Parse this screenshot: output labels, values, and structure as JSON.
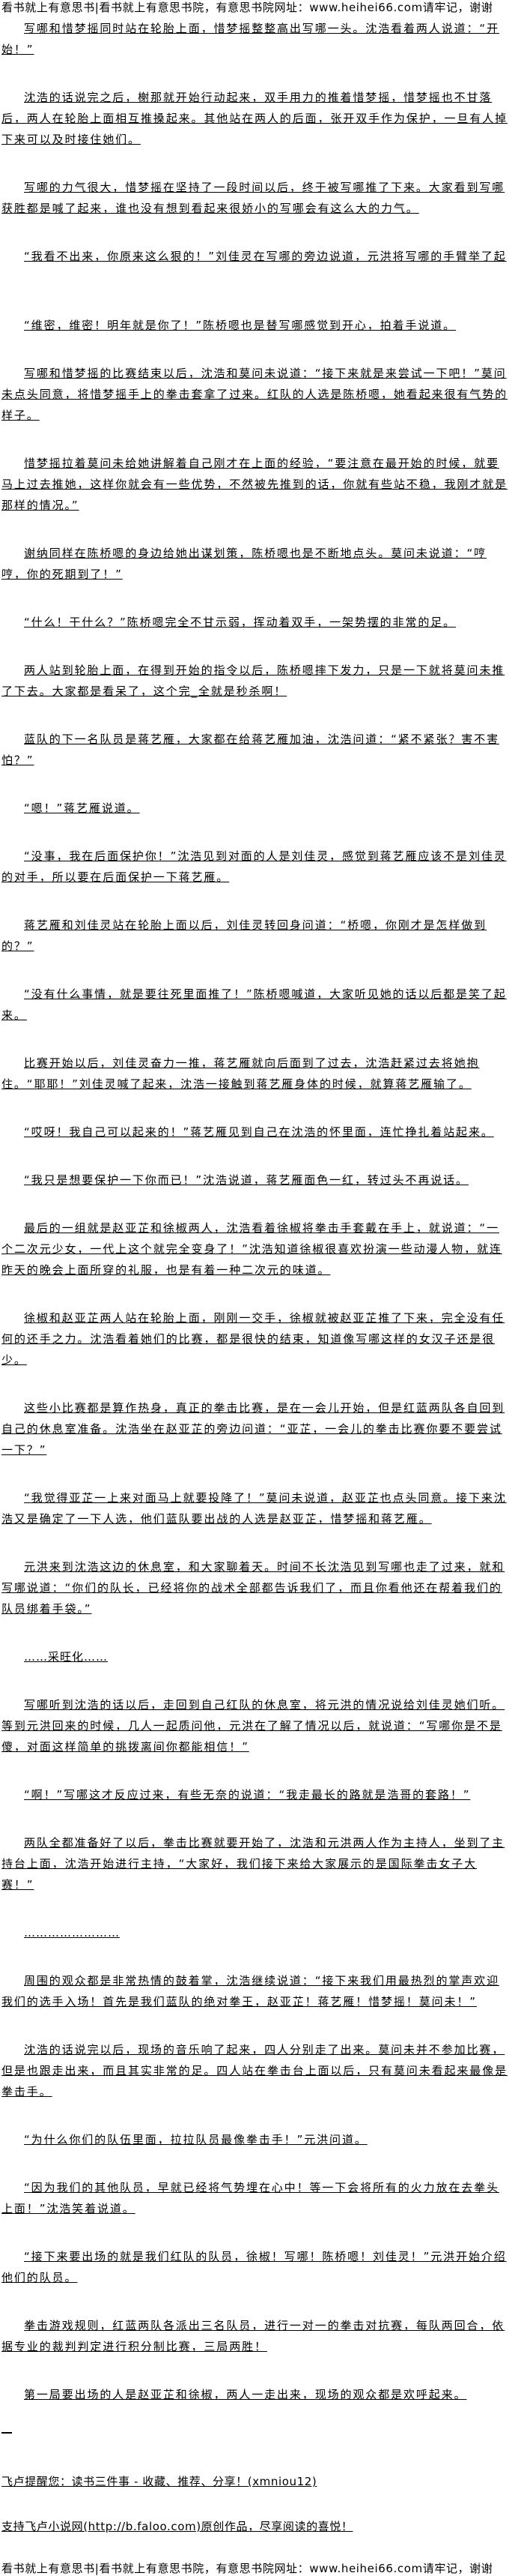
{
  "banner": "看书就上有意思书|看书就上有意思书院，有意思书院网址：www.heihei66.com请牢记，谢谢",
  "paragraphs": [
    "写哪和惜梦摇同时站在轮胎上面，惜梦摇整整高出写哪一头。沈浩看着两人说道：“开始！”",
    "沈浩的话说完之后，榭那就开始行动起来，双手用力的推着惜梦摇，惜梦摇也不甘落后，两人在轮胎上面相互推搡起来。其他站在两人的后面，张开双手作为保护，一旦有人掉下来可以及时接住她们。",
    "写哪的力气很大，惜梦摇在坚持了一段时间以后，终于被写哪推了下来。大家看到写哪获胜都是喊了起来，谁也没有想到看起来很娇小的写哪会有这么大的力气。",
    "“我看不出来，你原来这么狠的！”刘佳灵在写哪的旁边说道，元洪将写哪的手臂举了起",
    "“维密，维密！明年就是你了！”陈桥嗯也是替写哪感觉到开心，拍着手说道。",
    "写哪和惜梦摇的比赛结束以后，沈浩和莫问未说道：“接下来就是来尝试一下吧！”莫问未点头同意，将惜梦摇手上的拳击套拿了过来。红队的人选是陈桥嗯，她看起来很有气势的样子。",
    "惜梦摇拉着莫问未给她讲解着自己刚才在上面的经验，“要注意在最开始的时候，就要马上过去推她，这样你就会有一些优势，不然被先推到的话，你就有些站不稳，我刚才就是那样的情况。”",
    "谢纳同样在陈桥嗯的身边给她出谋划策，陈桥嗯也是不断地点头。莫问未说道：“哼哼，你的死期到了！”",
    "“什么！干什么？”陈桥嗯完全不甘示弱，挥动着双手，一架势摆的非常的足。",
    "两人站到轮胎上面，在得到开始的指令以后，陈桥嗯摔下发力，只是一下就将莫问未推了下去。大家都是看呆了，这个完_全就是秒杀啊！",
    "蓝队的下一名队员是蒋艺雁，大家都在给蒋艺雁加油，沈浩问道：“紧不紧张？害不害怕？”",
    "“嗯！”蒋艺雁说道。",
    "“没事，我在后面保护你！”沈浩见到对面的人是刘佳灵，感觉到蒋艺雁应该不是刘佳灵的对手，所以要在后面保护一下蒋艺雁。",
    "蒋艺雁和刘佳灵站在轮胎上面以后，刘佳灵转回身问道：“桥嗯，你刚才是怎样做到的？”",
    "“没有什么事情，就是要往死里面推了！”陈桥嗯喊道，大家听见她的话以后都是笑了起来。",
    "比赛开始以后，刘佳灵奋力一推，蒋艺雁就向后面到了过去，沈浩赶紧过去将她抱住。“耶耶！”刘佳灵喊了起来，沈浩一接触到蒋艺雁身体的时候，就算蒋艺雁输了。",
    "“哎呀！我自己可以起来的！”蒋艺雁见到自己在沈浩的怀里面，连忙挣扎着站起来。",
    "“我只是想要保护一下你而已！”沈浩说道，蒋艺雁面色一红，转过头不再说话。",
    "最后的一组就是赵亚芷和徐椒两人，沈浩看着徐椒将拳击手套戴在手上，就说道：“一个二次元少女，一代上这个就完全变身了！”沈浩知道徐椒很喜欢扮演一些动漫人物，就连昨天的晚会上面所穿的礼服，也是有着一种二次元的味道。",
    "徐椒和赵亚芷两人站在轮胎上面，刚刚一交手，徐椒就被赵亚芷推了下来，完全没有任何的还手之力。沈浩看着她们的比赛，都是很快的结束，知道像写哪这样的女汉子还是很少。",
    "这些小比赛都是算作热身，真正的拳击比赛，是在一会儿开始，但是红蓝两队各自回到自己的休息室准备。沈浩坐在赵亚芷的旁边问道：“亚芷，一会儿的拳击比赛你要不要尝试一下？”",
    "“我觉得亚芷一上来对面马上就要投降了！”莫问未说道，赵亚芷也点头同意。接下来沈浩又是确定了一下人选，他们蓝队要出战的人选是赵亚芷，惜梦摇和蒋艺雁。",
    "元洪来到沈浩这边的休息室，和大家聊着天。时间不长沈浩见到写哪也走了过来，就和写哪说道：“你们的队长，已经将你的战术全部都告诉我们了，而且你看他还在帮着我们的队员绑着手袋。”",
    "写哪听到沈浩的话以后，走回到自己红队的休息室，将元洪的情况说给刘佳灵她们听。等到元洪回来的时候，几人一起质问他，元洪在了解了情况以后，就说道：“写哪你是不是傻，对面这样简单的挑拨离间你都能相信！”",
    "“啊！”写哪这才反应过来，有些无奈的说道：“我走最长的路就是浩哥的套路！”",
    "两队全都准备好了以后，拳击比赛就要开始了，沈浩和元洪两人作为主持人，坐到了主持台上面，沈浩开始进行主持，“大家好，我们接下来给大家展示的是国际拳击女子大赛！”",
    "周围的观众都是非常热情的鼓着掌，沈浩继续说道：“接下来我们用最热烈的掌声欢迎我们的选手入场！首先是我们蓝队的绝对拳王，赵亚芷！蒋艺雁！惜梦摇！莫问未！”",
    "沈浩的话说完以后，现场的音乐响了起来，四人分别走了出来。莫问未并不参加比赛，但是也跟走出来，而且其实非常的足。四人站在拳击台上面以后，只有莫问未看起来最像是拳击手。",
    "“为什么你们的队伍里面，拉拉队员最像拳击手！”元洪问道。",
    "“因为我们的其他队员，早就已经将气势埋在心中！等一下会将所有的火力放在去拳头上面！”沈浩笑着说道。",
    "“接下来要出场的就是我们红队的队员，徐椒！写哪！陈桥嗯！刘佳灵！”元洪开始介绍他们的队员。",
    "拳击游戏规则，红蓝两队各派出三名队员，进行一对一的拳击对抗赛，每队两回合，依据专业的裁判判定进行积分制比赛，三局两胜！",
    "第一局要出场的人是赵亚芷和徐椒，两人一走出来，现场的观众都是欢呼起来。"
  ],
  "separators": [
    "……采旺化……",
    "……………………"
  ],
  "footer": {
    "reminder": "飞卢提醒您：读书三件事 - 收藏、推荐、分享！(xmniou12)",
    "support": "支持飞卢小说网(http://b.faloo.com)原创作品，尽享阅读的喜悦！"
  }
}
